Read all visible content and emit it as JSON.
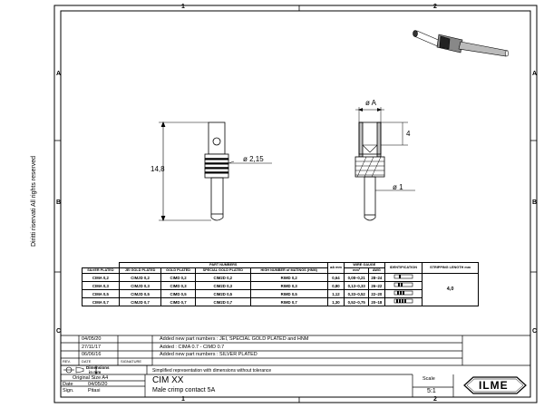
{
  "frame": {
    "columns": [
      "1",
      "2"
    ],
    "rows": [
      "A",
      "B",
      "C"
    ],
    "side_texts": [
      "All rights reserved",
      "Diritti riservati"
    ]
  },
  "views": {
    "side": {
      "overall_length": "14,8",
      "diameter": "ø 2,15"
    },
    "section": {
      "bore_label": "ø A",
      "depth": "4",
      "pin_diameter": "ø 1"
    }
  },
  "part_table": {
    "group_headers": {
      "part_numbers": "PART NUMBERS",
      "wire_gauge": "WIRE GAUGE"
    },
    "columns": [
      "SILVER PLATED",
      "JEI GOLD PLATED",
      "GOLD PLATED",
      "SPECIAL GOLD PLATED",
      "HIGH NUMBER of MATINGS (HNM)",
      "øA mm",
      "mm²",
      "AWG",
      "IDENTIFICATION",
      "STRIPPING LENGTH mm"
    ],
    "rows": [
      {
        "silver": "CIMA  0,2",
        "jei": "CIMJD  0,2",
        "gold": "CIMD  0,2",
        "special": "CIM2D  0,2",
        "hnm": "RIMD  0,2",
        "a": "0,64",
        "mm2": "0,08–0,21",
        "awg": "28–24",
        "rings": 1
      },
      {
        "silver": "CIMA  0,3",
        "jei": "CIMJD  0,3",
        "gold": "CIMD  0,3",
        "special": "CIM2D  0,3",
        "hnm": "RIMD  0,3",
        "a": "0,80",
        "mm2": "0,13–0,33",
        "awg": "26–22",
        "rings": 2
      },
      {
        "silver": "CIMA  0,5",
        "jei": "CIMJD  0,5",
        "gold": "CIMD  0,5",
        "special": "CIM2D  0,5",
        "hnm": "RIMD  0,5",
        "a": "1,12",
        "mm2": "0,33–0,52",
        "awg": "22–20",
        "rings": 3
      },
      {
        "silver": "CIMA  0,7",
        "jei": "CIMJD  0,7",
        "gold": "CIMD  0,7",
        "special": "CIM2D  0,7",
        "hnm": "RIMD  0,7",
        "a": "1,30",
        "mm2": "0,52–0,75",
        "awg": "20–18",
        "rings": 4
      }
    ],
    "stripping_length": "4,0"
  },
  "revisions": {
    "rows": [
      {
        "date": "04/05/20",
        "text": "Added new part numbers : JEI, SPECIAL GOLD PLATED and HNM"
      },
      {
        "date": "27/11/17",
        "text": "Added : CIMA 0.7 - CIMD 0.7"
      },
      {
        "date": "06/06/16",
        "text": "Added new part numbers : SILVER PLATED"
      }
    ],
    "headers": {
      "rev": "REV.",
      "date": "DATE",
      "signature": "SIGNATURE"
    }
  },
  "title_block": {
    "dimensions_label": "Dimensions",
    "dimensions_unit": "in mm",
    "note": "Simplified representation with dimensions without tolerance",
    "original_size_label": "Original Size A4",
    "date_label": "Date",
    "date_value": "04/05/20",
    "sign_label": "Sign.",
    "sign_value": "Pitasi",
    "part_code": "CIM XX",
    "description": "Male crimp contact 5A",
    "scale_label": "Scale",
    "scale_value": "5:1",
    "logo_text": "ILME"
  }
}
